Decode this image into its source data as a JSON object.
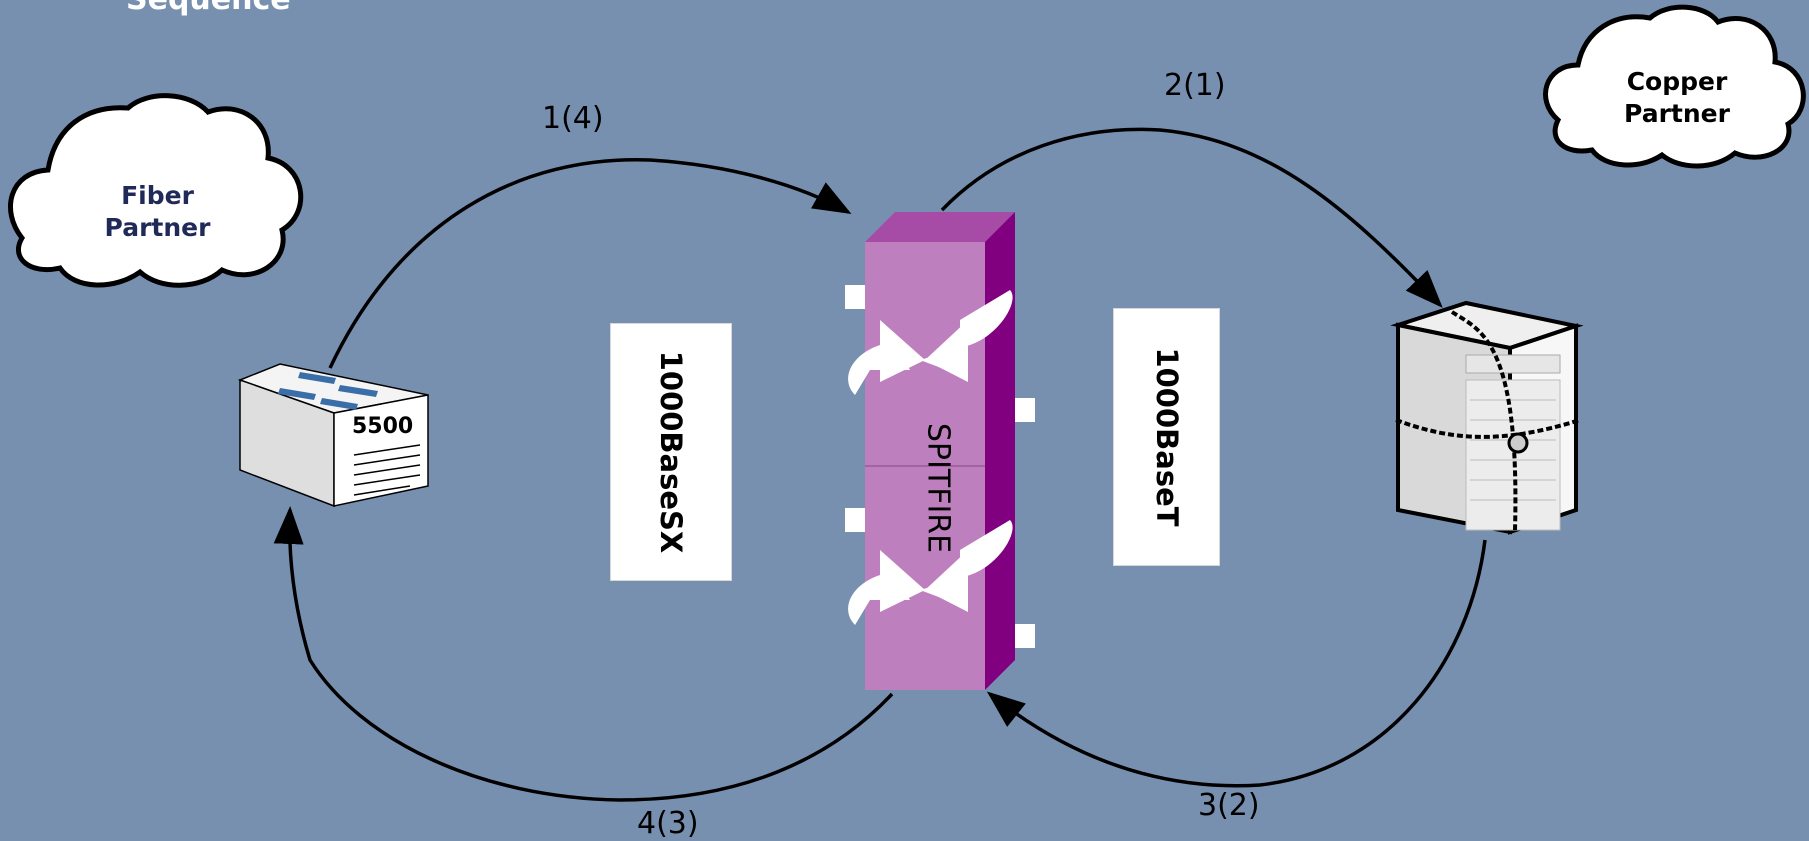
{
  "title_fragment": "Sequence",
  "clouds": {
    "fiber": {
      "line1": "Fiber",
      "line2": "Partner"
    },
    "copper": {
      "line1": "Copper",
      "line2": "Partner"
    }
  },
  "steps": {
    "s1": "1(4)",
    "s2": "2(1)",
    "s3": "3(2)",
    "s4": "4(3)"
  },
  "media": {
    "left": "1000BaseSX",
    "right": "1000BaseT"
  },
  "device_label": "SPITFIRE",
  "switch_model": "5500",
  "colors": {
    "background": "#7890b0",
    "spitfire_front": "#bd7fbd",
    "spitfire_side": "#800080",
    "spitfire_top": "#a64ca6",
    "fiber_text": "#202a58"
  },
  "icons": [
    "cloud-icon",
    "switch-5500-icon",
    "locked-server-icon",
    "spitfire-box-icon",
    "circular-arrow-icon"
  ]
}
